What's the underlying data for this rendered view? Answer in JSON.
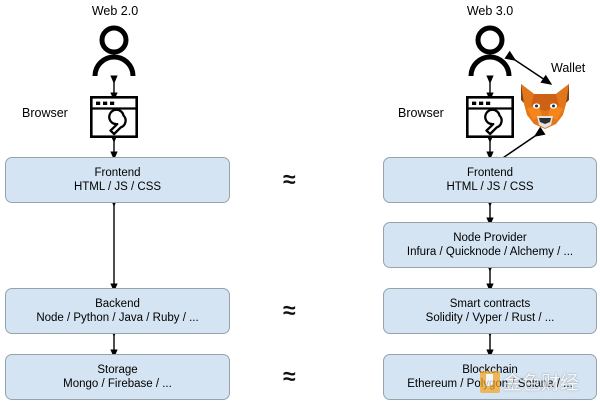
{
  "diagram": {
    "title_left": "Web 2.0",
    "title_right": "Web 3.0",
    "browser_label_left": "Browser",
    "browser_label_right": "Browser",
    "wallet_label": "Wallet",
    "approx_symbol": "≈",
    "icons": {
      "user": "user-icon",
      "browser": "browser-window-wrench-icon",
      "wallet": "metamask-fox-icon"
    },
    "colors": {
      "box_fill": "#d4e4f2",
      "box_border": "#96a3ad",
      "stroke": "#000000",
      "fox_orange": "#e2761b",
      "watermark_orange": "#f5a623"
    }
  },
  "left_stack": [
    {
      "title": "Frontend",
      "sub": "HTML / JS / CSS"
    },
    {
      "title": "Backend",
      "sub": "Node / Python / Java / Ruby / ..."
    },
    {
      "title": "Storage",
      "sub": "Mongo / Firebase / ..."
    }
  ],
  "right_stack": [
    {
      "title": "Frontend",
      "sub": "HTML / JS / CSS"
    },
    {
      "title": "Node Provider",
      "sub": "Infura / Quicknode / Alchemy / ..."
    },
    {
      "title": "Smart contracts",
      "sub": "Solidity / Vyper / Rust / ..."
    },
    {
      "title": "Blockchain",
      "sub": "Ethereum / Polygon / Solana / ..."
    }
  ],
  "equivalences": [
    "≈",
    "≈",
    "≈"
  ],
  "watermark": {
    "text": "金色财经"
  }
}
